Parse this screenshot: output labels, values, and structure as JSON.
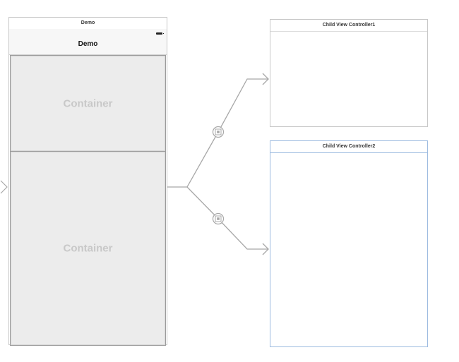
{
  "main_scene": {
    "title": "Demo",
    "nav_title": "Demo",
    "containers": [
      {
        "label": "Container"
      },
      {
        "label": "Container"
      }
    ]
  },
  "child_scenes": [
    {
      "title": "Child View Controller1"
    },
    {
      "title": "Child View Controller2"
    }
  ],
  "segues": [
    {
      "type": "embed",
      "target": "Child View Controller1",
      "icon": "embed-segue-icon"
    },
    {
      "type": "embed",
      "target": "Child View Controller2",
      "icon": "embed-segue-icon"
    }
  ],
  "colors": {
    "connector": "#a8a8a8",
    "container_fill": "#ececec",
    "selected_scene_border": "#9dbbe0"
  }
}
